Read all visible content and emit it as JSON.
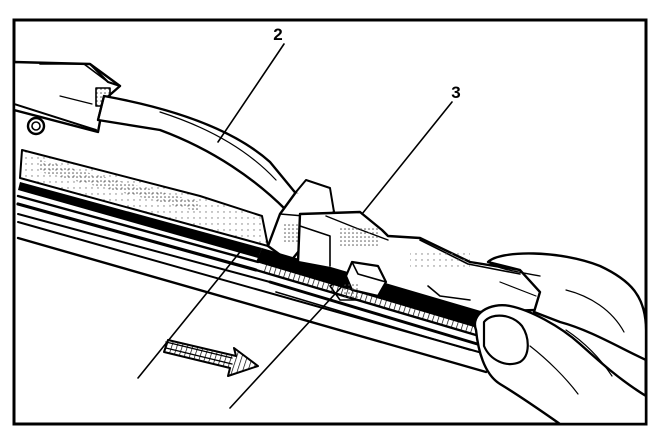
{
  "callouts": [
    {
      "id": "2",
      "label": "2"
    },
    {
      "id": "3",
      "label": "3"
    }
  ],
  "colors": {
    "ink": "#000000",
    "paper": "#ffffff",
    "stipple": "#6a6a6a"
  },
  "icons": {
    "direction_arrow": "arrow-right-icon"
  }
}
